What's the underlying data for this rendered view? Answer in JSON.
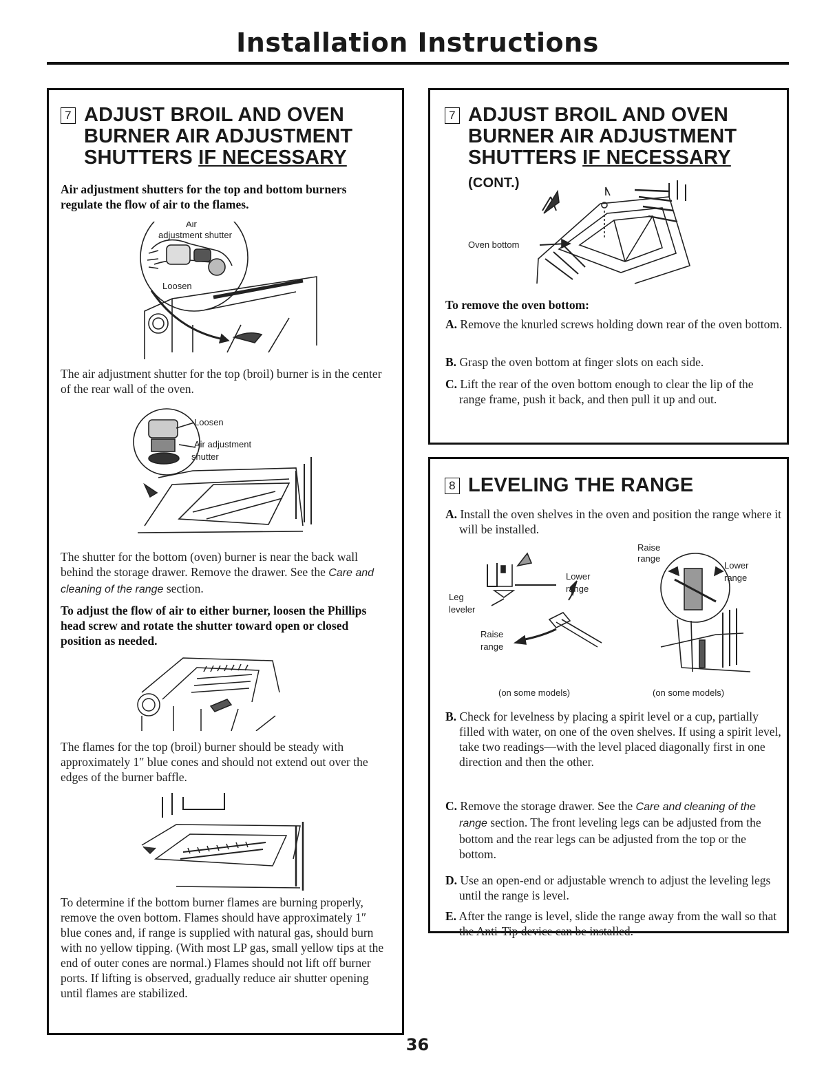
{
  "page": {
    "title": "Installation Instructions",
    "page_number": "36"
  },
  "left": {
    "step_number": "7",
    "heading_line1": "ADJUST BROIL AND OVEN",
    "heading_line2": "BURNER AIR ADJUSTMENT",
    "heading_line3_a": "SHUTTERS ",
    "heading_line3_b": "IF NECESSARY",
    "intro": "Air adjustment shutters for the top and bottom burners regulate the flow of air to the flames.",
    "fig1": {
      "label_air": "Air",
      "label_shutter": "adjustment shutter",
      "label_loosen": "Loosen"
    },
    "para_top_burner": "The air adjustment shutter for the top (broil) burner is in the center of the rear wall of the oven.",
    "fig2": {
      "label_loosen": "Loosen",
      "label_air": "Air adjustment",
      "label_shutter": "shutter"
    },
    "para_bottom_a": "The shutter for the bottom (oven) burner is near the back wall behind the storage drawer. Remove the drawer. See the ",
    "para_bottom_italic": "Care and cleaning of the range",
    "para_bottom_b": " section.",
    "para_adjust": "To adjust the flow of air to either burner, loosen the Phillips head screw and rotate the shutter toward open or closed position as needed.",
    "para_flames": "The flames for the top (broil) burner should be steady with approximately 1″ blue cones and should not extend out over the edges of the burner baffle.",
    "para_determine": "To determine if the bottom burner flames are burning properly, remove the oven bottom. Flames should have approximately 1″ blue cones and, if range is supplied with natural gas, should burn with no yellow tipping. (With most LP gas, small yellow tips at the end of outer cones are normal.) Flames should not lift off burner ports. If lifting is observed, gradually reduce air shutter opening until flames are stabilized."
  },
  "right_top": {
    "step_number": "7",
    "heading_line1": "ADJUST BROIL AND OVEN",
    "heading_line2": "BURNER AIR ADJUSTMENT",
    "heading_line3_a": "SHUTTERS ",
    "heading_line3_b": "IF NECESSARY",
    "heading_cont": " (CONT.)",
    "fig_label": "Oven bottom",
    "subheading": "To remove the oven bottom:",
    "steps": [
      {
        "letter": "A.",
        "text": "Remove the knurled screws holding down rear of the oven bottom."
      },
      {
        "letter": "B.",
        "text": "Grasp the oven bottom at finger slots on each side."
      },
      {
        "letter": "C.",
        "text": "Lift the rear of the oven bottom enough to clear the lip of the range frame, push it back, and then pull it up and out."
      }
    ]
  },
  "right_bottom": {
    "step_number": "8",
    "heading": "LEVELING THE RANGE",
    "step_a": {
      "letter": "A.",
      "text": "Install the oven shelves in the oven and position the range where it will be installed."
    },
    "fig_left": {
      "lower": "Lower",
      "range1": "range",
      "leg": "Leg",
      "leveler": "leveler",
      "raise": "Raise",
      "range2": "range",
      "caption": "(on some models)"
    },
    "fig_right": {
      "raise": "Raise",
      "range1": "range",
      "lower": "Lower",
      "range2": "range",
      "caption": "(on some models)"
    },
    "step_b": {
      "letter": "B.",
      "text": "Check for levelness by placing a spirit level or a cup, partially filled with water, on one of the oven shelves. If using a spirit level, take two readings—with the level placed diagonally first in one direction and then the other."
    },
    "step_c": {
      "letter": "C.",
      "text_a": "Remove the storage drawer. See the ",
      "italic": "Care and cleaning of the range",
      "text_b": " section. The front leveling legs can be adjusted from the bottom and the rear legs can be adjusted from the top or the bottom."
    },
    "step_d": {
      "letter": "D.",
      "text": "Use an open-end or adjustable wrench to adjust the leveling legs until the range is level."
    },
    "step_e": {
      "letter": "E.",
      "text": "After the range is level, slide the range away from the wall so that the Anti-Tip device can be installed."
    }
  }
}
